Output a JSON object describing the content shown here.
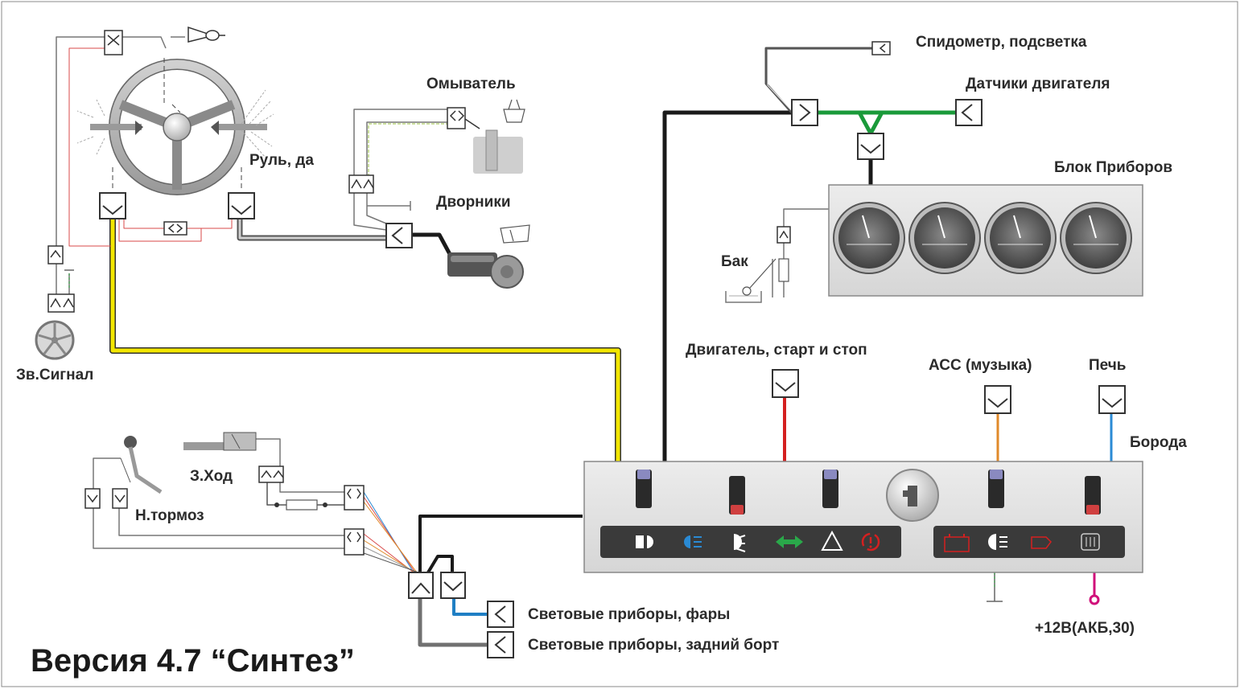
{
  "labels": {
    "speedometer": "Спидометр, подсветка",
    "engine_sensors": "Датчики двигателя",
    "washer": "Омыватель",
    "instrument_block": "Блок Приборов",
    "steering": "Руль, да",
    "wipers": "Дворники",
    "tank": "Бак",
    "horn": "Зв.Сигнал",
    "engine_start_stop": "Двигатель, старт и стоп",
    "acc": "АСС (музыка)",
    "heater": "Печь",
    "panel": "Борода",
    "reverse": "З.Ход",
    "handbrake": "Н.тормоз",
    "lights_front": "Световые приборы, фары",
    "lights_rear": "Световые приборы, задний борт",
    "power": "+12В(АКБ,30)",
    "version": "Версия 4.7 “Синтез”"
  },
  "colors": {
    "wire_black": "#1a1a1a",
    "wire_yellow": "#f2e600",
    "wire_green": "#1a9a3a",
    "wire_red": "#d42020",
    "wire_orange": "#e08a2a",
    "wire_blue": "#2a8ad4",
    "wire_gray": "#6e6e6e",
    "wire_thin_red": "#d84a4a",
    "panel_fill": "#e2e2e2",
    "connector_stroke": "#333333",
    "power_pin": "#d0107a"
  },
  "indicator_icons": [
    "low-beam-icon",
    "high-beam-icon",
    "fog-light-icon",
    "turn-signal-icon",
    "hazard-icon",
    "brake-warning-icon",
    "battery-icon",
    "rear-fog-icon",
    "oil-pressure-icon",
    "rear-defrost-icon"
  ]
}
